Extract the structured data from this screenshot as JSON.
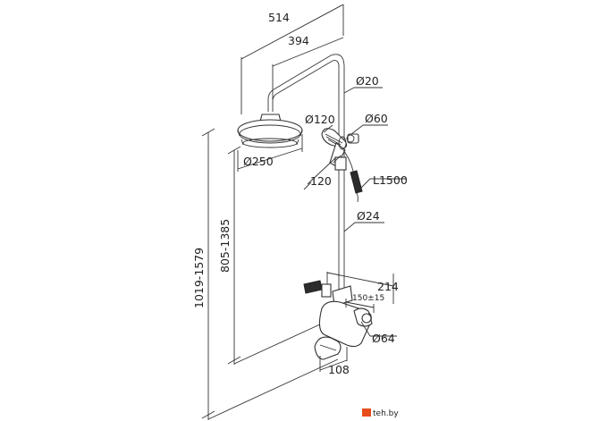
{
  "dimensions": {
    "overall_width": "514",
    "arm_length": "394",
    "riser_diameter": "Ø20",
    "head_diameter": "Ø250",
    "hand_shower_diameter": "Ø120",
    "holder_diameter": "Ø60",
    "holder_offset": "120",
    "hose_length": "L1500",
    "pipe_diameter": "Ø24",
    "total_height": "1019-1579",
    "adjustable_height": "805-1385",
    "mixer_width": "214",
    "mixer_centers": "150±15",
    "mixer_diameter": "Ø64",
    "spout_length": "108"
  },
  "watermark": {
    "text": "teh.by"
  }
}
